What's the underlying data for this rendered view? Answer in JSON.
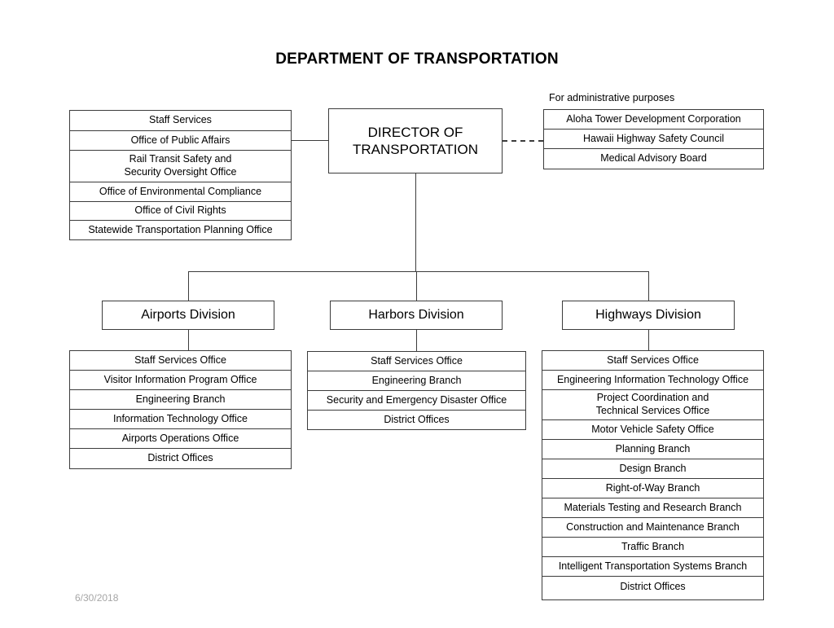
{
  "title": "DEPARTMENT OF TRANSPORTATION",
  "director": {
    "label": "DIRECTOR OF\nTRANSPORTATION"
  },
  "staff_offices": {
    "items": [
      "Staff Services",
      "Office of Public Affairs",
      "Rail Transit Safety and\nSecurity Oversight Office",
      "Office of Environmental Compliance",
      "Office of Civil Rights",
      "Statewide Transportation Planning Office"
    ]
  },
  "administrative": {
    "note": "For administrative purposes",
    "items": [
      "Aloha Tower Development Corporation",
      "Hawaii Highway Safety Council",
      "Medical Advisory Board"
    ]
  },
  "divisions": [
    {
      "name": "Airports Division",
      "items": [
        "Staff Services Office",
        "Visitor Information Program Office",
        "Engineering Branch",
        "Information Technology Office",
        "Airports Operations Office",
        "District Offices"
      ]
    },
    {
      "name": "Harbors Division",
      "items": [
        "Staff Services Office",
        "Engineering Branch",
        "Security and Emergency Disaster Office",
        "District Offices"
      ]
    },
    {
      "name": "Highways Division",
      "items": [
        "Staff Services Office",
        "Engineering Information Technology Office",
        "Project Coordination and\nTechnical Services Office",
        "Motor Vehicle Safety Office",
        "Planning Branch",
        "Design Branch",
        "Right-of-Way Branch",
        "Materials Testing and Research Branch",
        "Construction and Maintenance Branch",
        "Traffic Branch",
        "Intelligent Transportation Systems Branch",
        "District Offices"
      ]
    }
  ],
  "footer": {
    "date": "6/30/2018"
  },
  "colors": {
    "line": "#3c3c3c",
    "text": "#000000",
    "date_text": "#a6a6a6",
    "background": "#ffffff"
  }
}
